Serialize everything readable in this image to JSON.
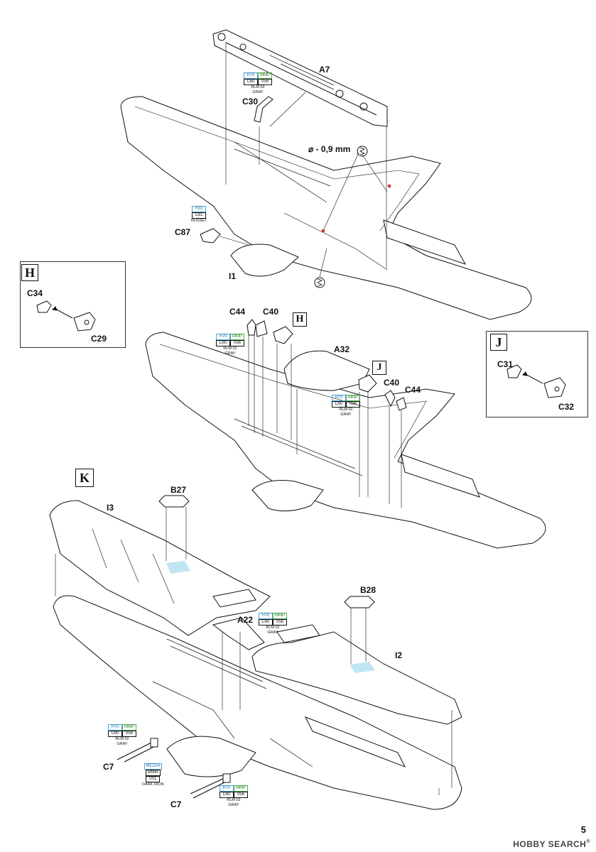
{
  "page": {
    "number": "5"
  },
  "watermark": {
    "text": "HOBBY SEARCH",
    "reg": "®"
  },
  "insets": {
    "H": {
      "letter": "H",
      "parts": [
        "C34",
        "C29"
      ]
    },
    "J": {
      "letter": "J",
      "parts": [
        "C31",
        "C32"
      ]
    },
    "K": {
      "letter": "K"
    }
  },
  "step_refs": {
    "H": "H",
    "J": "J"
  },
  "drill": {
    "text": "⌀ - 0,9 mm"
  },
  "labels": {
    "A7": "A7",
    "C30": "C30",
    "C87": "C87",
    "I1": "I1",
    "C44a": "C44",
    "C40a": "C40",
    "A32": "A32",
    "C40b": "C40",
    "C44b": "C44",
    "B27": "B27",
    "I3": "I3",
    "B28": "B28",
    "A22": "A22",
    "I2": "I2",
    "C7a": "C7",
    "C7b": "C7"
  },
  "color_callouts": {
    "rlm02_a": {
      "code1": "H70",
      "code2": "MMP",
      "code3": "C60",
      "code4": "056",
      "name1": "RLM 02",
      "name2": "GRAY"
    },
    "russet": {
      "code1": "H33",
      "code3": "C81",
      "name1": "RUSSET"
    },
    "rlm02_b": {
      "code1": "H70",
      "code2": "MMP",
      "code3": "C60",
      "code4": "056",
      "name1": "RLM 02",
      "name2": "GRAY"
    },
    "rlm02_c": {
      "code1": "H70",
      "code2": "MMP",
      "code3": "C60",
      "code4": "056",
      "name1": "RLM 02",
      "name2": "GRAY"
    },
    "rlm02_d": {
      "code1": "H70",
      "code2": "MMP",
      "code3": "C60",
      "code4": "056",
      "name1": "RLM 02",
      "name2": "GRAY"
    },
    "rlm02_e": {
      "code1": "H70",
      "code2": "MMP",
      "code3": "C60",
      "code4": "056",
      "name1": "RLM 02",
      "name2": "GRAY"
    },
    "darkiron": {
      "code1": "MC214",
      "code3": "MMM",
      "code4": "001",
      "name1": "DARK IRON"
    },
    "rlm02_f": {
      "code1": "H70",
      "code2": "MMP",
      "code3": "C60",
      "code4": "056",
      "name1": "RLM 02",
      "name2": "GRAY"
    }
  },
  "colors": {
    "line": "#111111",
    "gunze": "#4aa3d8",
    "mmp": "#4fae4f",
    "highlight": "#bfe6f2"
  }
}
